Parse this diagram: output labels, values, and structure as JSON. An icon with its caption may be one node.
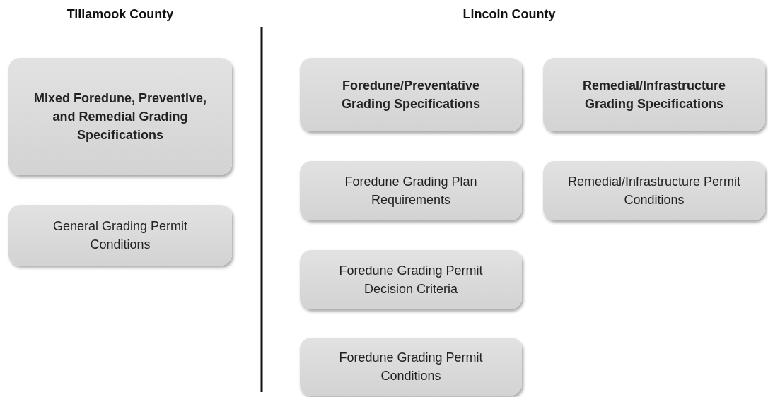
{
  "diagram": {
    "nodes": [
      {
        "text": [
          "Mixed Foredune, Preventive, and Remedial Grading Specifications"
        ]
      },
      {
        "text": [
          "General Grading Permit Conditions"
        ]
      },
      {
        "text": [
          "Foredune/Preventative Grading Specifications"
        ]
      },
      {
        "text": [
          "Remedial/Infrastructure Grading Specifications"
        ]
      },
      {
        "text": [
          "Foredune Grading Plan Requirements"
        ]
      },
      {
        "text": [
          "Remedial/Infrastructure Permit Conditions"
        ]
      },
      {
        "text": [
          "Foredune Grading Permit Decision Criteria"
        ]
      },
      {
        "text": [
          "Foredune Grading Permit Conditions"
        ]
      }
    ],
    "labels": [
      "Tillamook County",
      "Lincoln County"
    ]
  }
}
